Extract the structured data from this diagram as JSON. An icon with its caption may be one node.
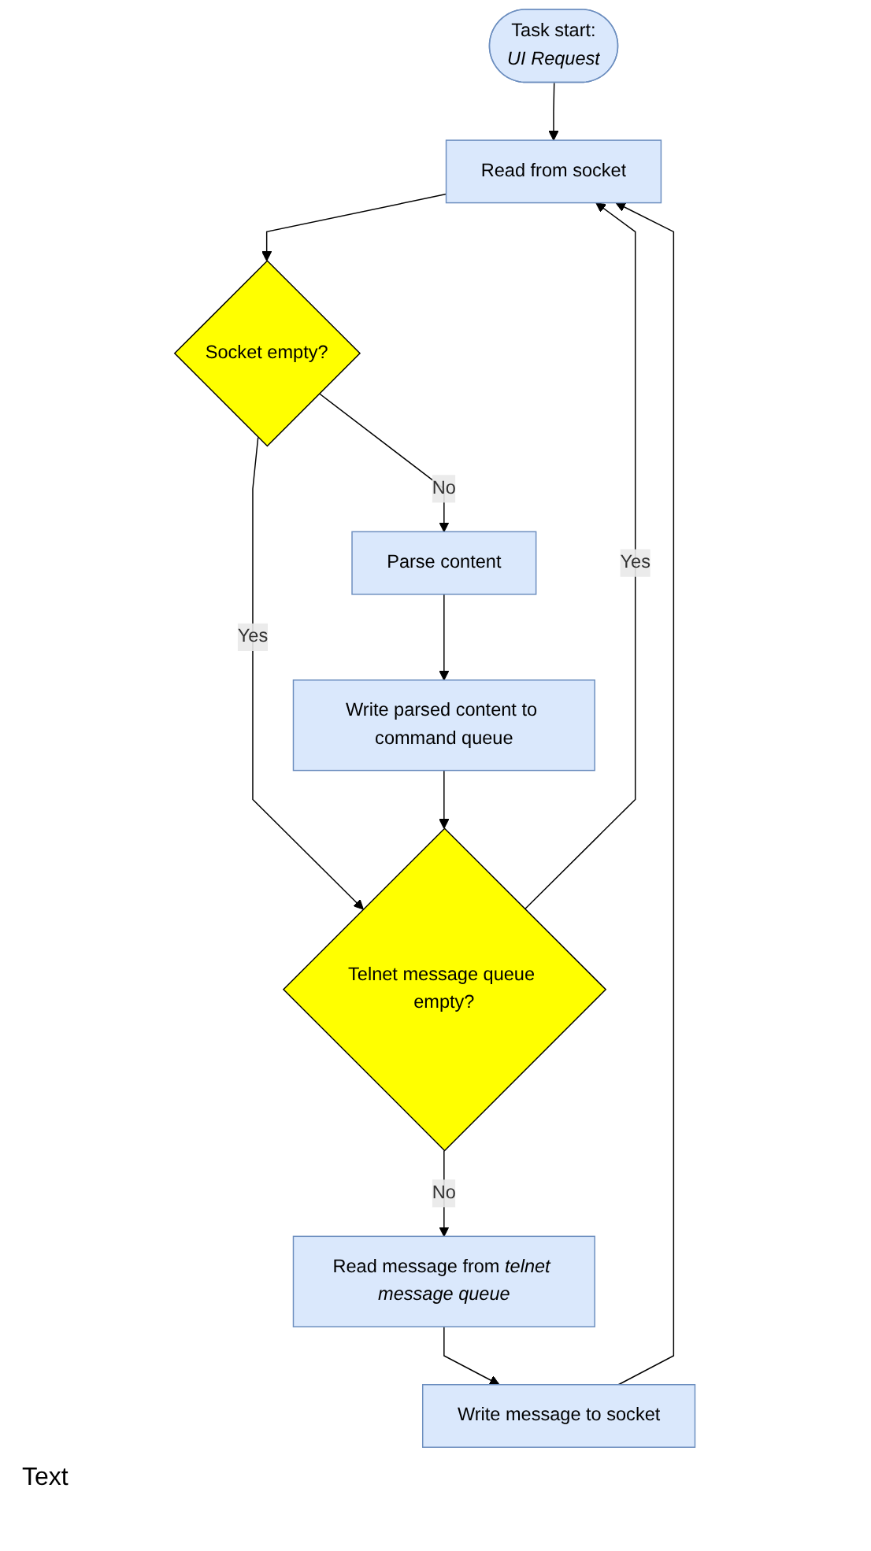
{
  "diagram": {
    "nodes": [
      {
        "text": [
          "Task start:",
          "UI Request"
        ]
      },
      {
        "text": [
          "Read from socket"
        ]
      },
      {
        "text": [
          "Socket empty?"
        ]
      },
      {
        "text": [
          "Telnet message queue empty?"
        ]
      },
      {
        "text": [
          "Parse content"
        ]
      },
      {
        "text": [
          "Write parsed content to command queue"
        ]
      },
      {
        "text": [
          "Read message from *telnet message queue*"
        ]
      },
      {
        "text": [
          "Write message to socket"
        ]
      }
    ],
    "edges": [
      {
        "from": 0,
        "to": 1,
        "arrow": "to"
      },
      {
        "from": 1,
        "to": 2,
        "arrow": "to"
      },
      {
        "from": 2,
        "to": 3,
        "arrow": "to",
        "label": "Yes"
      },
      {
        "from": 2,
        "to": 4,
        "arrow": "to",
        "label": "No"
      },
      {
        "from": 3,
        "to": 1,
        "arrow": "to",
        "label": "Yes"
      },
      {
        "from": 3,
        "to": 6,
        "arrow": "to",
        "label": "No"
      },
      {
        "from": 4,
        "to": 5,
        "arrow": "to"
      },
      {
        "from": 5,
        "to": 3,
        "arrow": "to"
      },
      {
        "from": 6,
        "to": 7,
        "arrow": "to"
      },
      {
        "from": 7,
        "to": 1,
        "arrow": "to"
      }
    ],
    "labels": [
      "Text"
    ]
  }
}
